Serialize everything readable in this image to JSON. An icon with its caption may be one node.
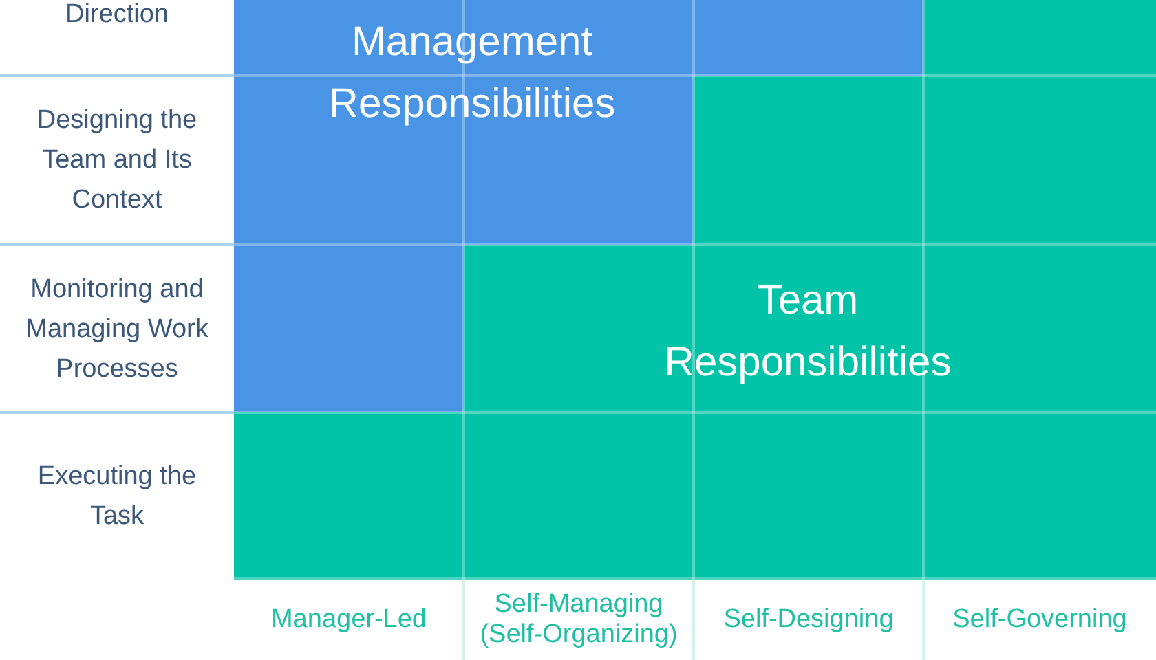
{
  "diagram": {
    "labels": [
      "Direction",
      "Management Responsibilities",
      "Designing the Team and Its Context",
      "Monitoring and Managing Work Processes",
      "Team Responsibilities",
      "Executing the Task",
      "Manager-Led",
      "Self-Managing (Self-Organizing)",
      "Self-Designing",
      "Self-Governing"
    ]
  }
}
